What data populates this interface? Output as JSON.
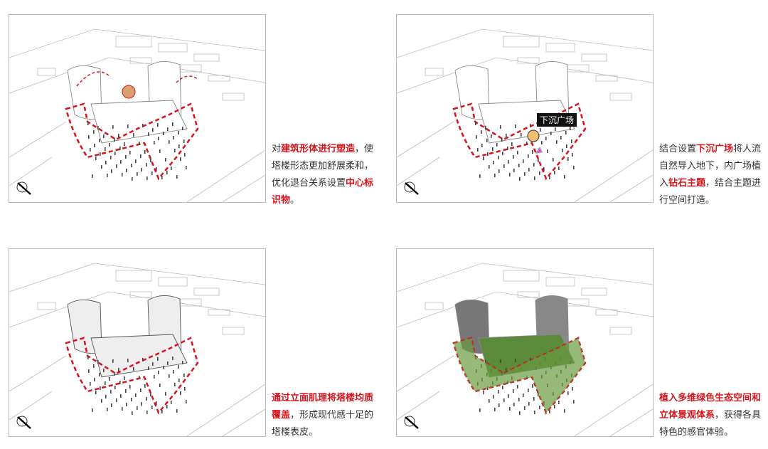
{
  "panels": [
    {
      "caption": {
        "pre": "对",
        "hl1": "建筑形体进行塑造",
        "mid": "，使塔楼形态更加舒展柔和，优化退台关系设置",
        "hl2": "中心标识物",
        "post": "。"
      }
    },
    {
      "caption": {
        "pre": "结合设置",
        "hl1": "下沉广场",
        "mid": "将人流自然导入地下，内广场植入",
        "hl2": "钻石主题",
        "post": "，结合主题进行空间打造。"
      },
      "tag": "下沉广场"
    },
    {
      "caption": {
        "pre": "",
        "hl1": "通过立面肌理将塔楼均质覆盖",
        "mid": "，形成现代感十足的塔楼表皮。",
        "hl2": "",
        "post": ""
      }
    },
    {
      "caption": {
        "pre": "",
        "hl1": "植入多维绿色生态空间和立体景观体系",
        "mid": "，获得各具特色的感官体验。",
        "hl2": "",
        "post": ""
      }
    }
  ],
  "colors": {
    "accent": "#d7141c",
    "green": "#5a8a3a"
  }
}
